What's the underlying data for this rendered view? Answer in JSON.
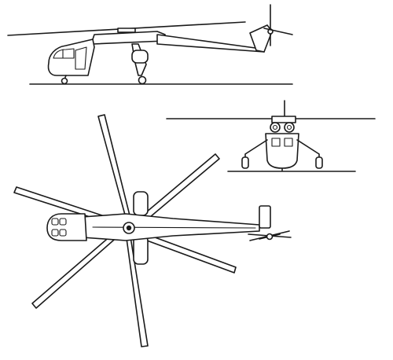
{
  "figure": {
    "views": [
      "side-view",
      "front-view",
      "top-view"
    ],
    "line_color": "#1a1a1a",
    "background": "#ffffff"
  }
}
